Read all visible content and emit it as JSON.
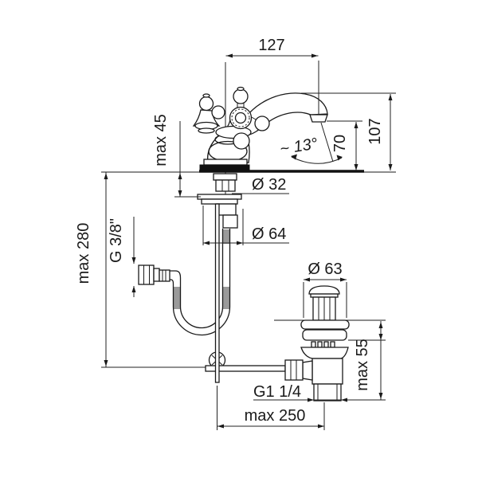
{
  "drawing": {
    "title": "basin mixer faucet installation drawing",
    "background": "#ffffff",
    "line_color": "#1a1a1a",
    "dimensions": {
      "spout_width": {
        "label": "127"
      },
      "total_height": {
        "label": "107"
      },
      "spout_height": {
        "label": "70"
      },
      "spout_angle": {
        "label": "~ 13°"
      },
      "deck_thickness": {
        "label": "max 45"
      },
      "hole_diameter": {
        "label": "Ø 32"
      },
      "base_diameter": {
        "label": "Ø 64"
      },
      "supply_length": {
        "label": "max 280"
      },
      "supply_thread": {
        "label": "G 3/8\""
      },
      "waste_cap_diameter": {
        "label": "Ø 63"
      },
      "waste_depth": {
        "label": "max 55"
      },
      "waste_thread": {
        "label": "G1 1/4"
      },
      "rod_reach": {
        "label": "max 250"
      }
    }
  }
}
